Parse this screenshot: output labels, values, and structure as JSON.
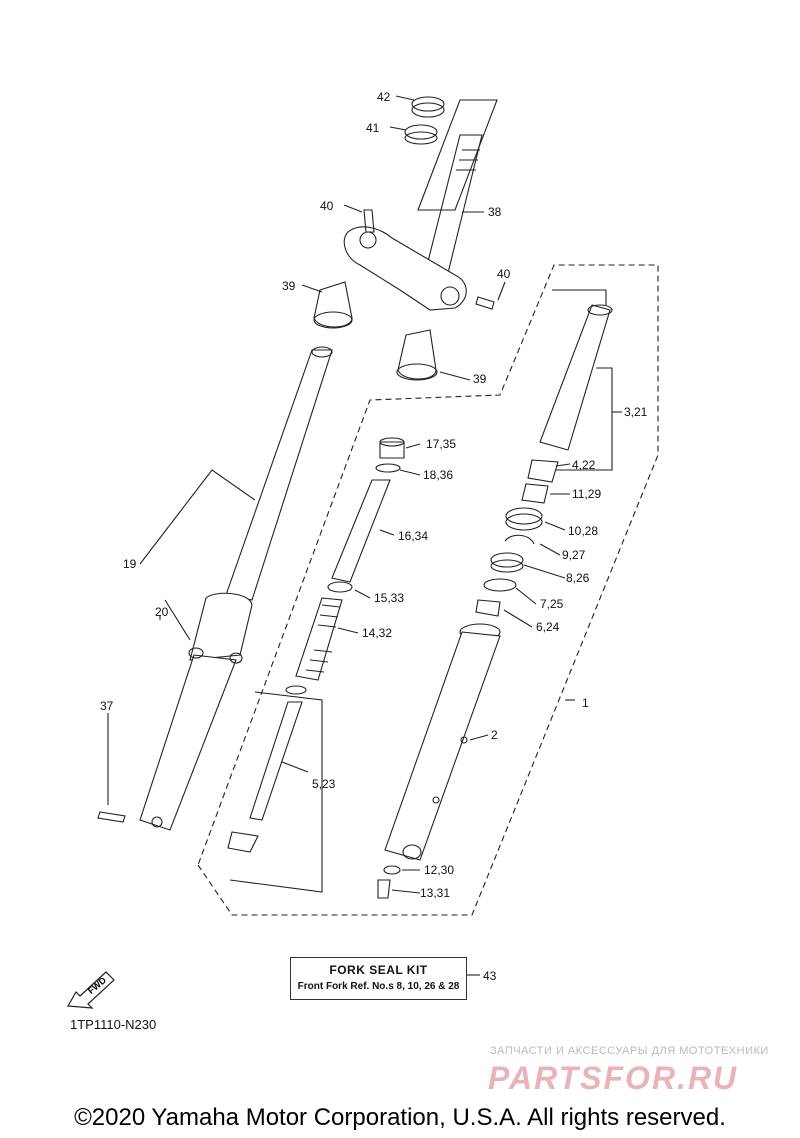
{
  "diagram": {
    "code": "1TP1110-N230",
    "fwd_label": "FWD",
    "kit": {
      "title": "FORK SEAL KIT",
      "subtitle": "Front Fork Ref. No.s  8, 10, 26 & 28"
    },
    "callouts": {
      "c42": "42",
      "c41": "41",
      "c40a": "40",
      "c38": "38",
      "c40b": "40",
      "c39a": "39",
      "c39b": "39",
      "c3_21": "3,21",
      "c17_35": "17,35",
      "c4_22": "4,22",
      "c18_36": "18,36",
      "c11_29": "11,29",
      "c10_28": "10,28",
      "c16_34": "16,34",
      "c9_27": "9,27",
      "c19": "19",
      "c8_26": "8,26",
      "c15_33": "15,33",
      "c7_25": "7,25",
      "c20": "20",
      "c14_32": "14,32",
      "c6_24": "6,24",
      "c1": "1",
      "c37": "37",
      "c2": "2",
      "c5_23": "5,23",
      "c12_30": "12,30",
      "c13_31": "13,31",
      "c43": "43"
    }
  },
  "watermark": {
    "tagline": "ЗАПЧАСТИ И АКСЕССУАРЫ ДЛЯ МОТОТЕХНИКИ",
    "brand": "PARTSFOR.RU"
  },
  "footer": {
    "copyright": "©2020 Yamaha Motor Corporation, U.S.A. All rights reserved."
  }
}
